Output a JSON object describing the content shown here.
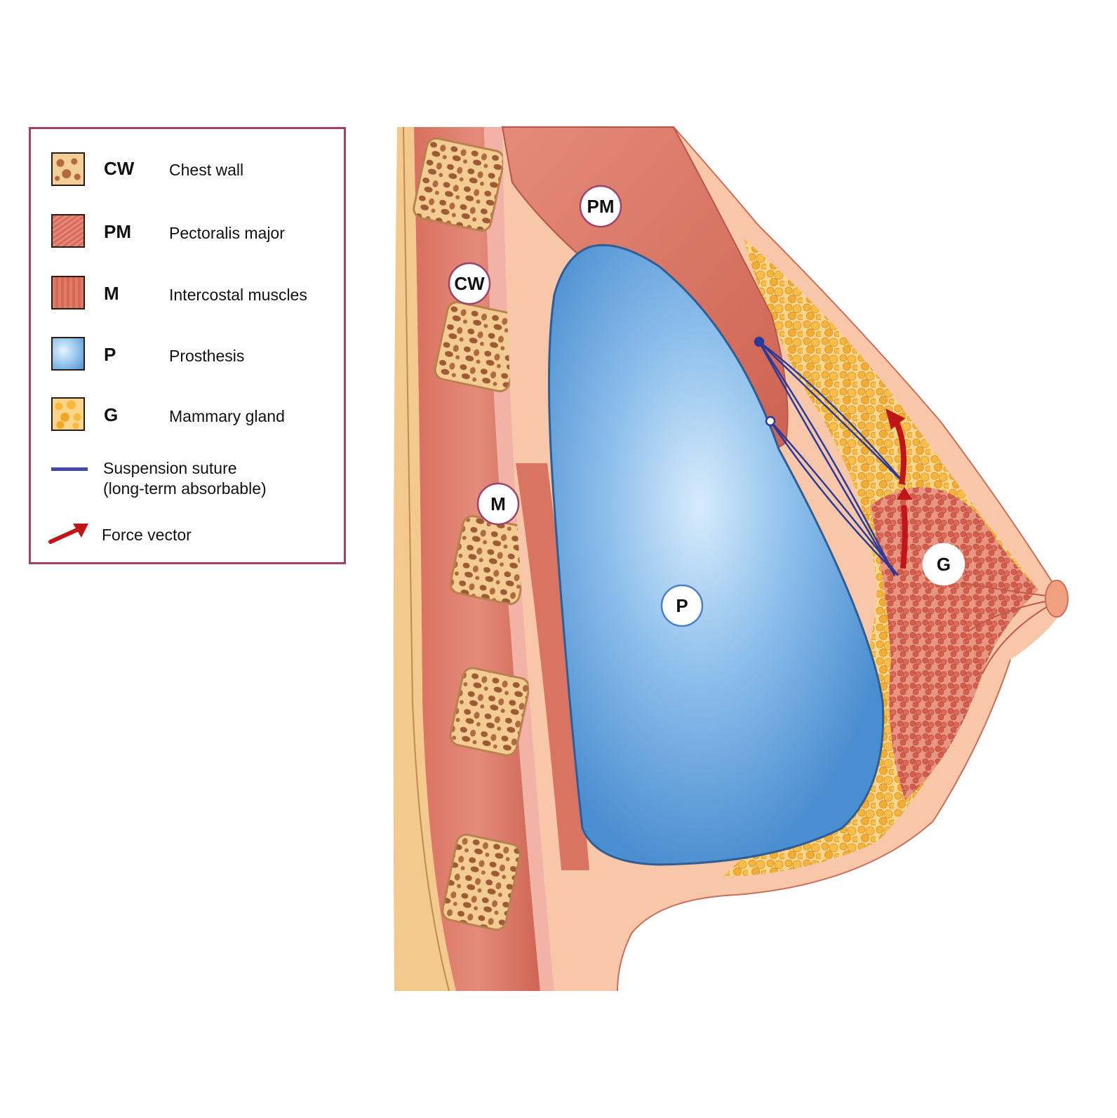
{
  "legend": {
    "items": [
      {
        "abbr": "CW",
        "label": "Chest wall",
        "swatch": "chest-wall"
      },
      {
        "abbr": "PM",
        "label": "Pectoralis major",
        "swatch": "pectoralis-major"
      },
      {
        "abbr": "M",
        "label": "Intercostal muscles",
        "swatch": "intercostal-muscles"
      },
      {
        "abbr": "P",
        "label": "Prosthesis",
        "swatch": "prosthesis"
      },
      {
        "abbr": "G",
        "label": "Mammary gland",
        "swatch": "mammary-gland"
      }
    ],
    "suture": {
      "line1": "Suspension suture",
      "line2": "(long-term absorbable)",
      "color": "#3f4aa8"
    },
    "force": {
      "label": "Force vector",
      "color": "#c0161a"
    },
    "border_color": "#a2425e"
  },
  "diagram": {
    "labels": {
      "pm": "PM",
      "cw": "CW",
      "m": "M",
      "p": "P",
      "g": "G"
    }
  }
}
